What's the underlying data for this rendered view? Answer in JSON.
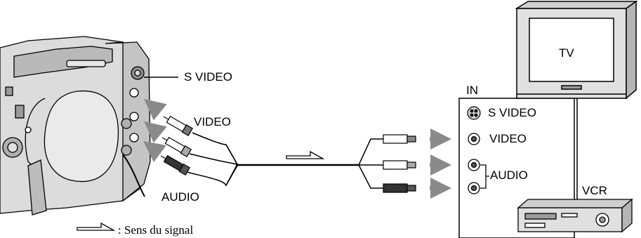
{
  "labels": {
    "s_video_camera": "S VIDEO",
    "video_camera": "VIDEO",
    "audio_camera": "AUDIO",
    "tv": "TV",
    "in": "IN",
    "s_video_input": "S VIDEO",
    "video_input": "VIDEO",
    "audio_input": "AUDIO",
    "vcr": "VCR",
    "legend": ": Sens du signal"
  },
  "colors": {
    "line": "#000000",
    "arrow_gray": "#8a8a8a",
    "device_fill": "#d9d9d9",
    "device_dark": "#9c9c9c",
    "screen_fill": "#ffffff"
  },
  "icons": {
    "camcorder": "camcorder-illustration",
    "tv": "tv-icon",
    "vcr": "vcr-icon",
    "signal_arrow": "signal-direction-arrow-icon",
    "s_video_jack": "s-video-jack-icon",
    "rca_jack": "rca-jack-icon"
  }
}
